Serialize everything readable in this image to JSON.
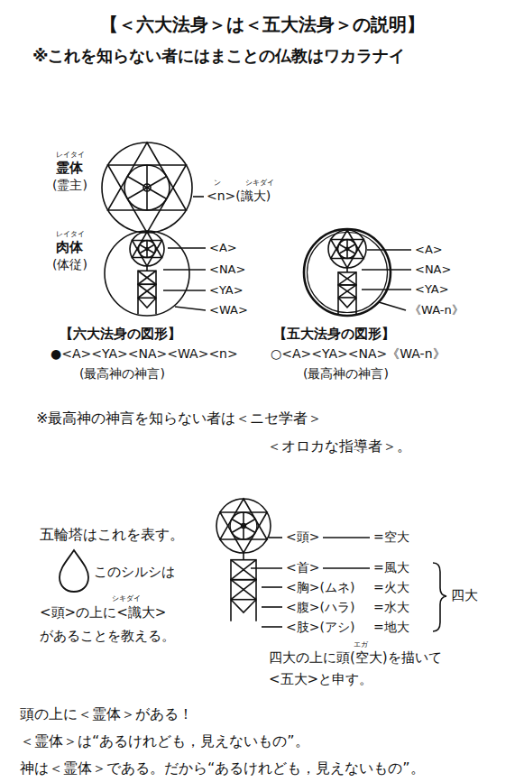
{
  "diagram": {
    "title": "【＜六大法身＞は＜五大法身＞の説明】",
    "labels": [
      "※これを知らない者にはまことの仏教はワカラナイ",
      "レイタイ",
      "霊体",
      "(霊主)",
      "ン",
      "シキダイ",
      "<n>(識大)",
      "レイタイ",
      "肉体",
      "(体従)",
      "<A>",
      "<NA>",
      "<YA>",
      "<WA>",
      "【六大法身の図形】",
      "●<A><YA><NA><WA><n>",
      "(最高神の神言)",
      "<A>",
      "<NA>",
      "<YA>",
      "《WA-n》",
      "【五大法身の図形】",
      "○<A><YA><NA>《WA-n》",
      "(最高神の神言)",
      "※最高神の神言を知らない者は＜ニセ学者＞",
      "＜オロカな指導者＞。",
      "五輪塔はこれを表す。",
      "このシルシは",
      "シキダイ",
      "<頭>の上に<識大>",
      "があることを教える。",
      "<頭>",
      "=空大",
      "<首>",
      "=風大",
      "<胸>(ムネ)",
      "=火大",
      "<腹>(ハラ)",
      "=水大",
      "<肢>(アシ)",
      "=地大",
      "四大",
      "エガ",
      "四大の上に頭(空大)を描いて",
      "<五大>と申す。",
      "頭の上に＜霊体＞がある！",
      "＜霊体＞は“あるけれども，見えないもの”。",
      "神は＜霊体＞である。だから“あるけれども，見えないもの”。"
    ]
  }
}
